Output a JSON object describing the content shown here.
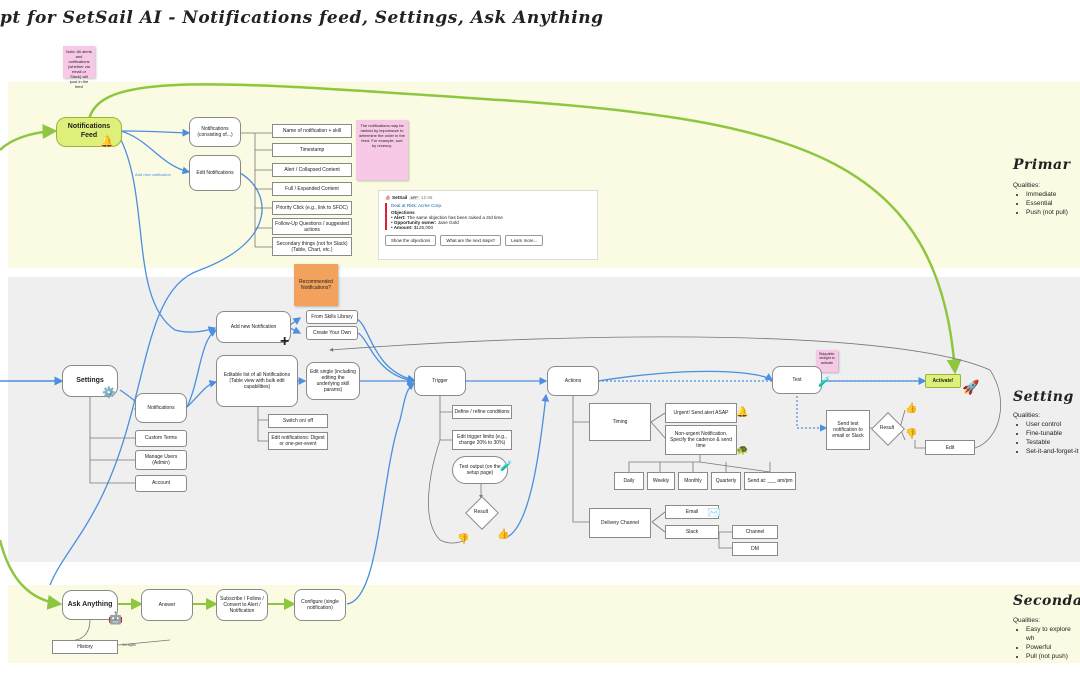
{
  "title": "pt for SetSail AI - Notifications feed, Settings, Ask Anything",
  "sections": {
    "primary": {
      "title": "Primar",
      "qualities_label": "Qualities:",
      "qualities": [
        "Immediate",
        "Essential",
        "Push (not pull)"
      ]
    },
    "settings": {
      "title": "Setting",
      "qualities_label": "Qualities:",
      "qualities": [
        "User control",
        "Fine-tunable",
        "Testable",
        "Set-it-and-forget-it"
      ]
    },
    "secondary": {
      "title": "Seconda",
      "qualities_label": "Qualities:",
      "qualities": [
        "Easy to explore wh",
        "Powerful",
        "Pull (not push)"
      ]
    }
  },
  "stickies": {
    "note": "Note: All alerts and notifications (whether via email or Slack) will post in the feed",
    "importance": "The notifications may be ranked by importance to determine the order in the feed. For example, sort by recency.",
    "recommended": "Recommended Notifications?",
    "skippable": "Skippable, straight to activate"
  },
  "nodes": {
    "notifications_feed": "Notifications Feed",
    "notifications_consisting": "Notifications (consisting of...)",
    "edit_notifications": "Edit Notifications",
    "add_new_label": "Add new notification",
    "settings": "Settings",
    "notifications": "Notifications",
    "custom_terms": "Custom Terms",
    "manage_users": "Manage Users (Admin)",
    "account": "Account",
    "add_new_notification": "Add new Notification",
    "from_skills_library": "From Skills Library",
    "create_your_own": "Create Your Own",
    "editable_list": "Editable list of all Notifications (Table view with bulk edit capabilities)",
    "switch_on_off": "Switch on/ off",
    "edit_digest": "Edit notifications: Digest or one-per-event",
    "edit_single": "Edit single (including editing the underlying skill params)",
    "trigger": "Trigger",
    "define_conditions": "Define / refine conditions",
    "edit_trigger_limits": "Edit trigger limits (e.g., change 20% to 30%)",
    "test_output": "Test output (on the setup page)",
    "result": "Result",
    "actions": "Actions",
    "timing": "Timing",
    "urgent": "Urgent! Send alert ASAP",
    "non_urgent": "Non-urgent Notification. Specify the cadence & send time",
    "daily": "Daily",
    "weekly": "Weekly",
    "monthly": "Monthly",
    "quarterly": "Quarterly",
    "send_at": "Send at: ___ am/pm",
    "delivery_channel": "Delivery Channel",
    "email": "Email",
    "slack": "Slack",
    "channel": "Channel",
    "dm": "DM",
    "test": "Test",
    "send_test": "Send test notification to email or Slack",
    "result2": "Result",
    "activate": "Activate!",
    "edit": "Edit",
    "ask_anything": "Ask Anything",
    "answer": "Answer",
    "subscribe": "Subscribe / Follow / Convert to Alert / Notification",
    "configure": "Configure (single notification)",
    "history": "History",
    "go_again": "Go again"
  },
  "notification_parts": [
    "Name of notification + skill",
    "Timestamp",
    "Alert / Collapsed Content",
    "Full / Expanded Content",
    "Priority Click (e.g., link to SFDC)",
    "Follow-Up Questions / suggested actions",
    "Secondary things (not for Slack) (Table, Chart, etc.)"
  ],
  "slack_card": {
    "app": "SetSail",
    "app_badge": "APP",
    "time": "12:45",
    "deal": "Deal at Risk: Acme Corp.",
    "heading": "Objections",
    "lines": [
      {
        "k": "Alert:",
        "v": "The same objection has been raised a 3rd time"
      },
      {
        "k": "Opportunity owner:",
        "v": "Jane Gold"
      },
      {
        "k": "Amount:",
        "v": "$125,000"
      }
    ],
    "buttons": [
      "Show the objections",
      "What are the next steps?",
      "Learn more..."
    ]
  },
  "colors": {
    "flow": "#4a8fe0",
    "green_flow": "#8dc63f",
    "gray_flow": "#999999"
  }
}
